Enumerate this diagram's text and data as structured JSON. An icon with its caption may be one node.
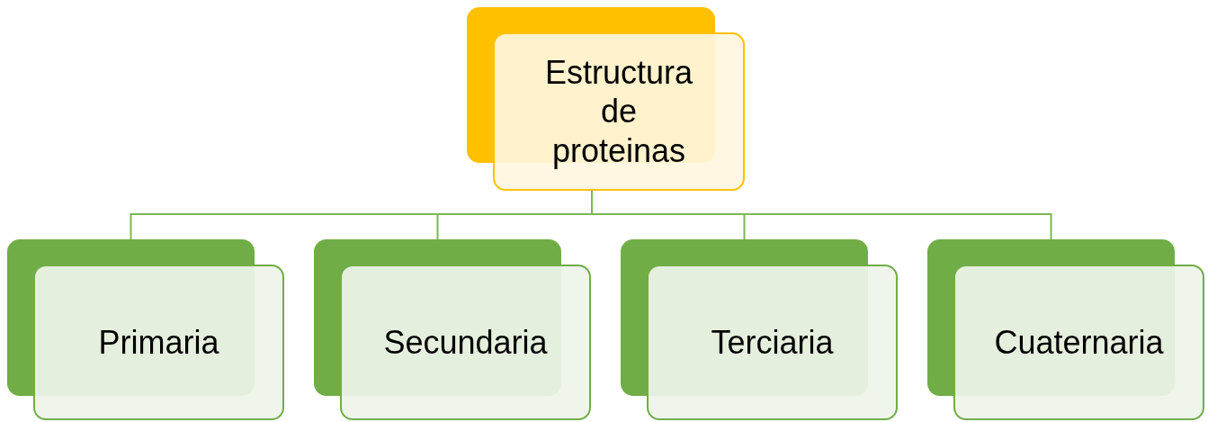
{
  "diagram": {
    "nodes": [
      {
        "text": [
          "Estructura de proteinas"
        ]
      },
      {
        "text": [
          "Primaria"
        ]
      },
      {
        "text": [
          "Secundaria"
        ]
      },
      {
        "text": [
          "Terciaria"
        ]
      },
      {
        "text": [
          "Cuaternaria"
        ]
      }
    ],
    "edges": [
      {
        "from": 0,
        "to": 1,
        "arrow": "none"
      },
      {
        "from": 0,
        "to": 2,
        "arrow": "none"
      },
      {
        "from": 0,
        "to": 3,
        "arrow": "none"
      },
      {
        "from": 0,
        "to": 4,
        "arrow": "none"
      }
    ]
  }
}
